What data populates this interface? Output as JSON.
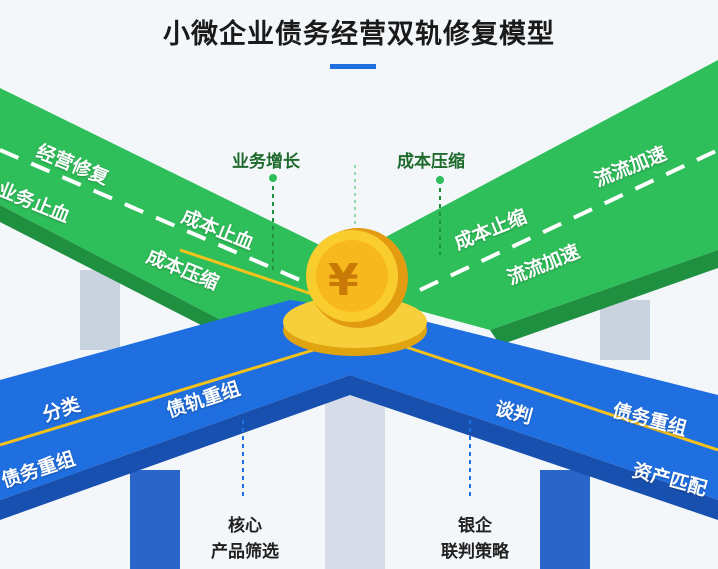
{
  "title": "小微企业债务经营双轨修复模型",
  "colors": {
    "green_road": "#2fbf5a",
    "blue_road": "#1f6fe0",
    "coin": "#f5c21b",
    "accent_bar": "#1f6fe0"
  },
  "green_track": {
    "left_labels": [
      "经营修复",
      "业务止血",
      "成本止血",
      "成本压缩"
    ],
    "right_labels": [
      "流流加速",
      "成本止缩",
      "流流加速"
    ]
  },
  "blue_track": {
    "left_labels": [
      "分类",
      "债轨重组",
      "债务重组"
    ],
    "right_labels": [
      "谈判",
      "债务重组",
      "资产匹配"
    ]
  },
  "annotations": {
    "top_left": "业务增长",
    "top_right": "成本压缩",
    "bottom_left": [
      "核心",
      "产品筛选"
    ],
    "bottom_right": [
      "银企",
      "联判策略"
    ]
  },
  "coin_symbol": "¥"
}
